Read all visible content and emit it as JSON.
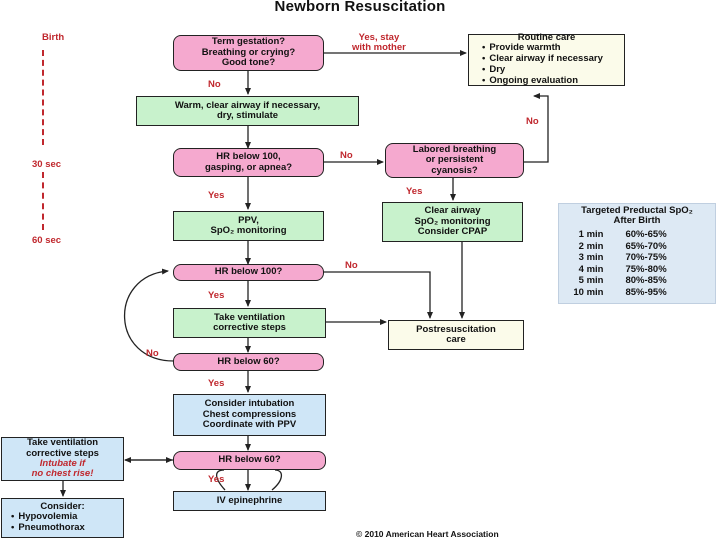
{
  "title": "Newborn Resuscitation",
  "timeline": {
    "birth": "Birth",
    "t30": "30 sec",
    "t60": "60 sec"
  },
  "nodes": {
    "term_gestation": [
      "Term gestation?",
      "Breathing or crying?",
      "Good tone?"
    ],
    "routine_care": {
      "title": "Routine care",
      "items": [
        "Provide warmth",
        "Clear airway if necessary",
        "Dry",
        "Ongoing evaluation"
      ]
    },
    "warm_clear": [
      "Warm, clear airway if necessary,",
      "dry, stimulate"
    ],
    "hr_below_100_a": [
      "HR below 100,",
      "gasping, or apnea?"
    ],
    "labored": [
      "Labored breathing",
      "or persistent",
      "cyanosis?"
    ],
    "ppv": [
      "PPV,",
      "SpO₂ monitoring"
    ],
    "clear_airway": [
      "Clear airway",
      "SpO₂ monitoring",
      "Consider CPAP"
    ],
    "hr_below_100_b": [
      "HR below 100?"
    ],
    "take_vent": [
      "Take ventilation",
      "corrective steps"
    ],
    "postresus": [
      "Postresuscitation",
      "care"
    ],
    "hr_below_60_a": [
      "HR below 60?"
    ],
    "intubation": [
      "Consider intubation",
      "Chest compressions",
      "Coordinate with PPV"
    ],
    "take_vent_left": {
      "lines": [
        "Take ventilation",
        "corrective steps"
      ],
      "red": [
        "Intubate if",
        "no chest rise!"
      ]
    },
    "hr_below_60_b": [
      "HR below 60?"
    ],
    "iv_epi": [
      "IV epinephrine"
    ],
    "consider": {
      "title": "Consider:",
      "items": [
        "Hypovolemia",
        "Pneumothorax"
      ]
    }
  },
  "labels": {
    "yes_stay": [
      "Yes, stay",
      "with mother"
    ],
    "no1": "No",
    "no2": "No",
    "no3": "No",
    "no4": "No",
    "no5": "No",
    "yes1": "Yes",
    "yes2": "Yes",
    "yes3": "Yes",
    "yes4": "Yes",
    "yes5": "Yes"
  },
  "spo2_table": {
    "header": [
      "Targeted Preductal SpO₂",
      "After Birth"
    ],
    "rows": [
      {
        "time": "1 min",
        "range": "60%-65%"
      },
      {
        "time": "2 min",
        "range": "65%-70%"
      },
      {
        "time": "3 min",
        "range": "70%-75%"
      },
      {
        "time": "4 min",
        "range": "75%-80%"
      },
      {
        "time": "5 min",
        "range": "80%-85%"
      },
      {
        "time": "10 min",
        "range": "85%-95%"
      }
    ]
  },
  "copyright": "© 2010 American Heart Association",
  "colors": {
    "pink": "#f5a9cf",
    "green": "#c8f2cc",
    "blue": "#cfe6f7",
    "cream": "#fbfbea",
    "label_red": "#c0282e"
  }
}
